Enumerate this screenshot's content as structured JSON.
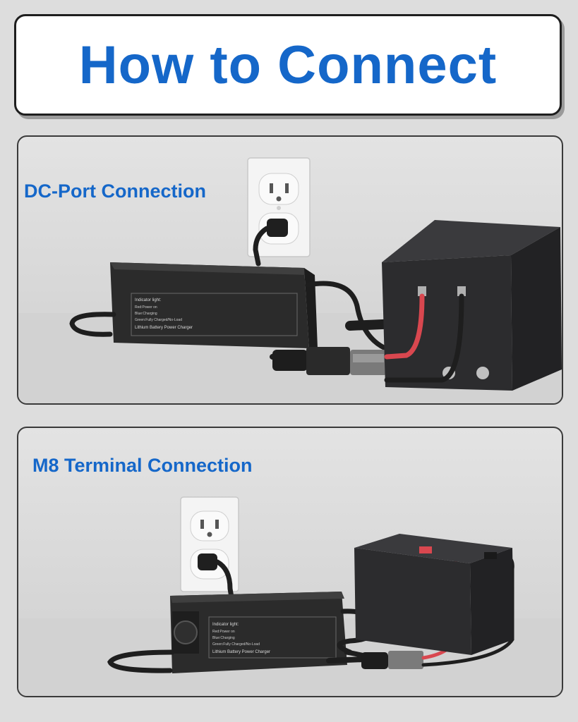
{
  "header": {
    "title": "How to Connect"
  },
  "panels": [
    {
      "label": "DC-Port Connection",
      "charger": {
        "lines": [
          "Indicator light:",
          "Red:Power on",
          "Blue:Charging",
          "Green:Fully Charged/No-Load",
          "Lithium Battery Power Charger"
        ]
      },
      "connector": "anderson-plug",
      "battery": "lithium-box-with-bolts"
    },
    {
      "label": "M8 Terminal Connection",
      "charger": {
        "lines": [
          "Indicator light:",
          "Red:Power on",
          "Blue:Charging",
          "Green:Fully Charged/No-Load",
          "Lithium Battery Power Charger"
        ]
      },
      "connector": "anderson-plug",
      "battery": "sealed-battery-with-terminals"
    }
  ],
  "colors": {
    "accent": "#1567c9",
    "charger_body": "#2b2b2b",
    "battery_body": "#2c2c2e",
    "cable_red": "#d9474f",
    "wall_outlet": "#f3f3f3"
  },
  "icons": [
    "wall-outlet-icon",
    "power-plug-icon",
    "charger-icon",
    "battery-icon",
    "cable-icon"
  ]
}
